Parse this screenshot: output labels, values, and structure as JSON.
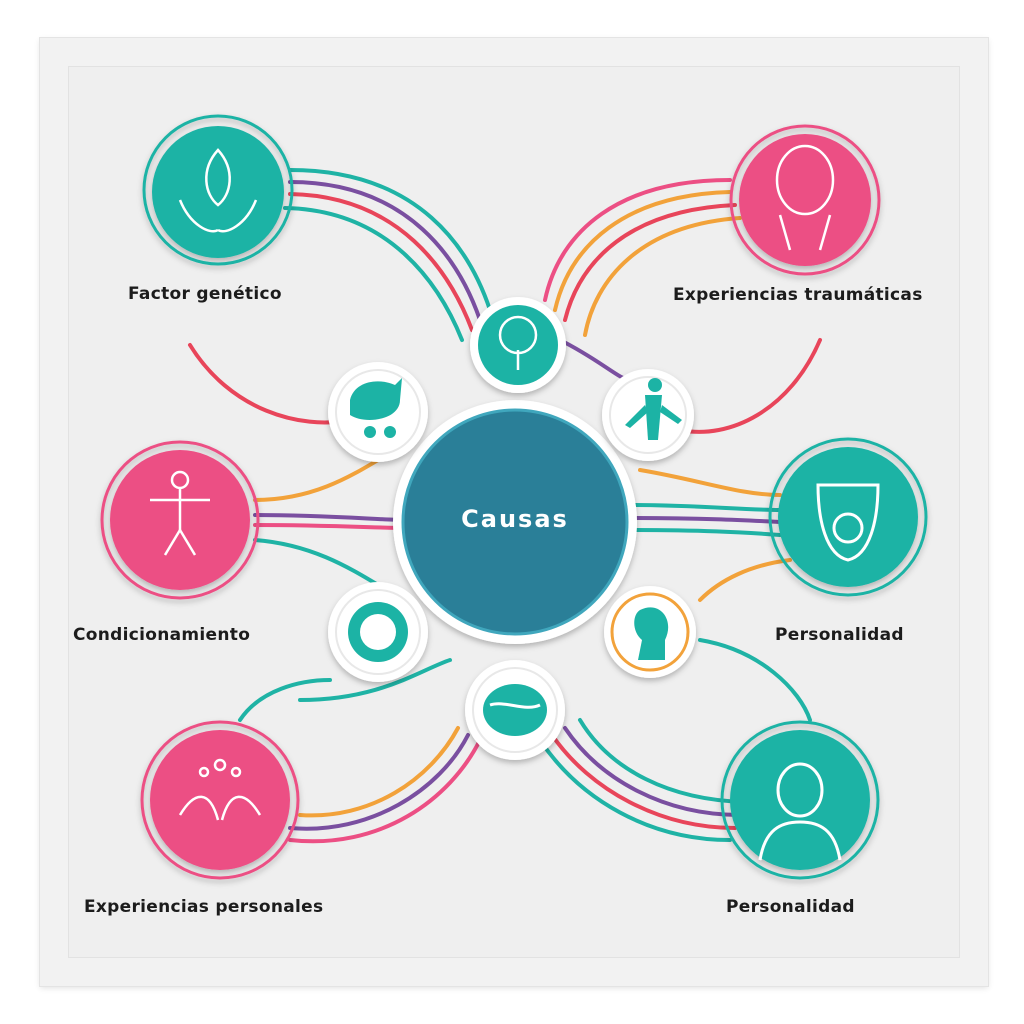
{
  "center": {
    "label": "Causas",
    "color": "#2a7f98"
  },
  "nodes": [
    {
      "id": "factor-genetico",
      "label": "Factor genético",
      "color": "#1fb3a5",
      "icon": "hands-leaf-icon"
    },
    {
      "id": "experiencias-traumaticas",
      "label": "Experiencias traumáticas",
      "color": "#ec4f84",
      "icon": "distressed-face-icon"
    },
    {
      "id": "condicionamiento",
      "label": "Condicionamiento",
      "color": "#ec4f84",
      "icon": "stick-figure-icon"
    },
    {
      "id": "personalidad-1",
      "label": "Personalidad",
      "color": "#1fb3a5",
      "icon": "glass-icon"
    },
    {
      "id": "experiencias-personales",
      "label": "Experiencias personales",
      "color": "#ec4f84",
      "icon": "open-hands-icon"
    },
    {
      "id": "personalidad-2",
      "label": "Personalidad",
      "color": "#1fb3a5",
      "icon": "person-icon"
    }
  ],
  "satellites": [
    {
      "id": "tree",
      "icon": "tree-icon"
    },
    {
      "id": "dancer",
      "icon": "dancer-icon"
    },
    {
      "id": "head",
      "icon": "head-profile-icon"
    },
    {
      "id": "brain",
      "icon": "brain-icon"
    },
    {
      "id": "flower",
      "icon": "flower-icon"
    },
    {
      "id": "cart",
      "icon": "cart-icon"
    }
  ],
  "palette": {
    "teal": "#1fb3a5",
    "pink": "#ec4f84",
    "orange": "#f2a23a",
    "purple": "#7a4fa0",
    "red": "#e8455a"
  }
}
